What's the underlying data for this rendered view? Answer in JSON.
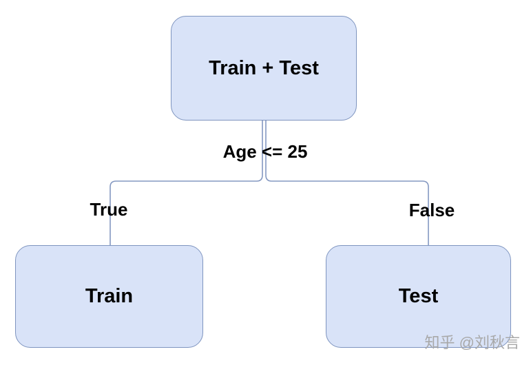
{
  "diagram": {
    "nodes": {
      "root": {
        "label": "Train + Test"
      },
      "left_child": {
        "label": "Train"
      },
      "right_child": {
        "label": "Test"
      }
    },
    "edge_labels": {
      "condition": "Age <= 25",
      "true_branch": "True",
      "false_branch": "False"
    }
  },
  "watermark": {
    "text": "知乎 @刘秋言"
  },
  "colors": {
    "node_fill": "#d9e3f8",
    "node_border": "#7e94bf",
    "connector": "#8498c1",
    "text": "#000000",
    "watermark": "#a8a8a8",
    "background": "#ffffff"
  }
}
